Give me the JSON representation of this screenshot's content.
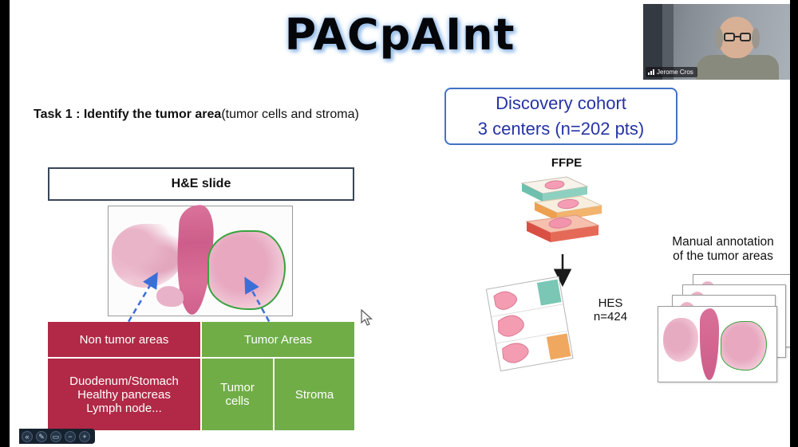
{
  "title": "PACpAInt",
  "webcam": {
    "name": "Jerome Cros"
  },
  "slide": {
    "task_title_bold": "Task 1 : Identify the tumor area",
    "task_title_rest": "(tumor cells and stroma)",
    "hne_box_label": "H&E slide",
    "table": {
      "non_tumor_header": "Non tumor areas",
      "tumor_header": "Tumor Areas",
      "non_tumor_detail": "Duodenum/Stomach\nHealthy pancreas\nLymph node...",
      "tumor_cells_label": "Tumor\ncells",
      "stroma_label": "Stroma"
    },
    "discovery_box": {
      "line1": "Discovery cohort",
      "line2": "3 centers (n=202 pts)"
    },
    "ffpe_label": "FFPE",
    "hes_label": "HES\nn=424",
    "annotation_label": "Manual annotation\nof the tumor areas"
  },
  "colors": {
    "accent_blue": "#4472c4",
    "text_blue": "#2433a6",
    "table_red": "#b12946",
    "table_green": "#70ad47",
    "tumor_outline_green": "#3aa33f",
    "arrow_blue": "#3a6fd8"
  },
  "toolbar": {
    "icons": [
      {
        "name": "collapse-toolbar-icon",
        "glyph": "«"
      },
      {
        "name": "draw-pen-icon",
        "glyph": "✎"
      },
      {
        "name": "eraser-icon",
        "glyph": "▭"
      },
      {
        "name": "zoom-out-icon",
        "glyph": "−"
      },
      {
        "name": "zoom-in-icon",
        "glyph": "+"
      }
    ]
  }
}
